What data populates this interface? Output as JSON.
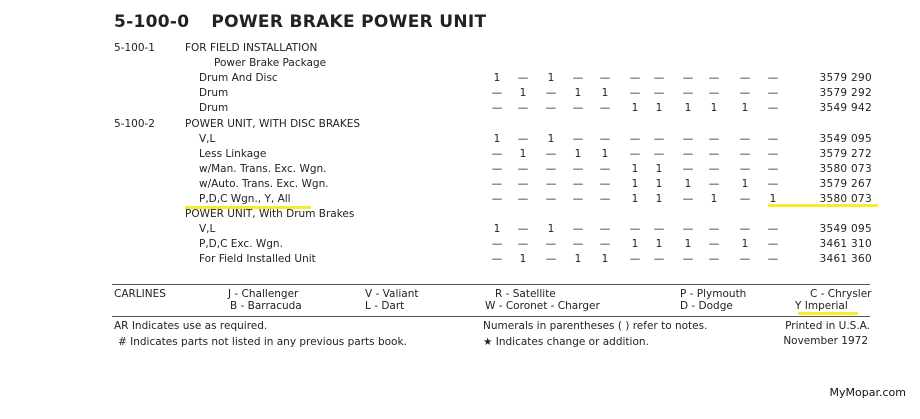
{
  "title": {
    "code": "5-100-0",
    "text": "POWER BRAKE POWER UNIT"
  },
  "rows": [
    {
      "code": "5-100-1",
      "desc": "FOR FIELD INSTALLATION",
      "indent": 0
    },
    {
      "desc": "Power Brake Package",
      "indent": 2
    },
    {
      "desc": "Drum And Disc",
      "indent": 1,
      "cols": [
        "1",
        "—",
        "1",
        "—",
        "—",
        "—",
        "—",
        "—",
        "—",
        "—",
        "—"
      ],
      "part": "3579 290"
    },
    {
      "desc": "Drum",
      "indent": 1,
      "cols": [
        "—",
        "1",
        "—",
        "1",
        "1",
        "—",
        "—",
        "—",
        "—",
        "—",
        "—"
      ],
      "part": "3579 292"
    },
    {
      "desc": "Drum",
      "indent": 1,
      "cols": [
        "—",
        "—",
        "—",
        "—",
        "—",
        "1",
        "1",
        "1",
        "1",
        "1",
        "—"
      ],
      "part": "3549 942"
    },
    {
      "code": "5-100-2",
      "desc": "POWER UNIT, WITH DISC BRAKES",
      "indent": 0
    },
    {
      "desc": "V,L",
      "indent": 1,
      "cols": [
        "1",
        "—",
        "1",
        "—",
        "—",
        "—",
        "—",
        "—",
        "—",
        "—",
        "—"
      ],
      "part": "3549 095"
    },
    {
      "desc": "Less Linkage",
      "indent": 1,
      "cols": [
        "—",
        "1",
        "—",
        "1",
        "1",
        "—",
        "—",
        "—",
        "—",
        "—",
        "—"
      ],
      "part": "3579 272"
    },
    {
      "desc": "w/Man. Trans. Exc. Wgn.",
      "indent": 1,
      "cols": [
        "—",
        "—",
        "—",
        "—",
        "—",
        "1",
        "1",
        "—",
        "—",
        "—",
        "—"
      ],
      "part": "3580 073"
    },
    {
      "desc": "w/Auto. Trans. Exc. Wgn.",
      "indent": 1,
      "cols": [
        "—",
        "—",
        "—",
        "—",
        "—",
        "1",
        "1",
        "1",
        "—",
        "1",
        "—"
      ],
      "part": "3579 267"
    },
    {
      "desc": "P,D,C Wgn., Y, All",
      "indent": 1,
      "cols": [
        "—",
        "—",
        "—",
        "—",
        "—",
        "1",
        "1",
        "—",
        "1",
        "—",
        "1"
      ],
      "part": "3580 073",
      "highlight": true
    },
    {
      "desc": "POWER UNIT, With Drum Brakes",
      "indent": 0
    },
    {
      "desc": "V,L",
      "indent": 1,
      "cols": [
        "1",
        "—",
        "1",
        "—",
        "—",
        "—",
        "—",
        "—",
        "—",
        "—",
        "—"
      ],
      "part": "3549 095"
    },
    {
      "desc": "P,D,C Exc. Wgn.",
      "indent": 1,
      "cols": [
        "—",
        "—",
        "—",
        "—",
        "—",
        "1",
        "1",
        "1",
        "—",
        "1",
        "—"
      ],
      "part": "3461 310"
    },
    {
      "desc": "For Field Installed Unit",
      "indent": 1,
      "cols": [
        "—",
        "1",
        "—",
        "1",
        "1",
        "—",
        "—",
        "—",
        "—",
        "—",
        "—"
      ],
      "part": "3461 360"
    }
  ],
  "carlines": {
    "label": "CARLINES",
    "items": [
      [
        "J - Challenger",
        "B - Barracuda"
      ],
      [
        "V - Valiant",
        "L - Dart"
      ],
      [
        "R - Satellite",
        "W - Coronet - Charger"
      ],
      [
        "P - Plymouth",
        "D - Dodge"
      ],
      [
        "C - Chrysler",
        "Y  Imperial"
      ]
    ]
  },
  "footer": {
    "ar": "AR Indicates use as required.",
    "hash": "#  Indicates parts not listed in any previous parts book.",
    "numerals": "Numerals in parentheses ( ) refer to notes.",
    "star": "★ Indicates change or addition.",
    "printed": "Printed in U.S.A.",
    "date": "November 1972"
  },
  "brand": "MyMopar.com",
  "colors": {
    "highlight": "#f6ec2a"
  }
}
